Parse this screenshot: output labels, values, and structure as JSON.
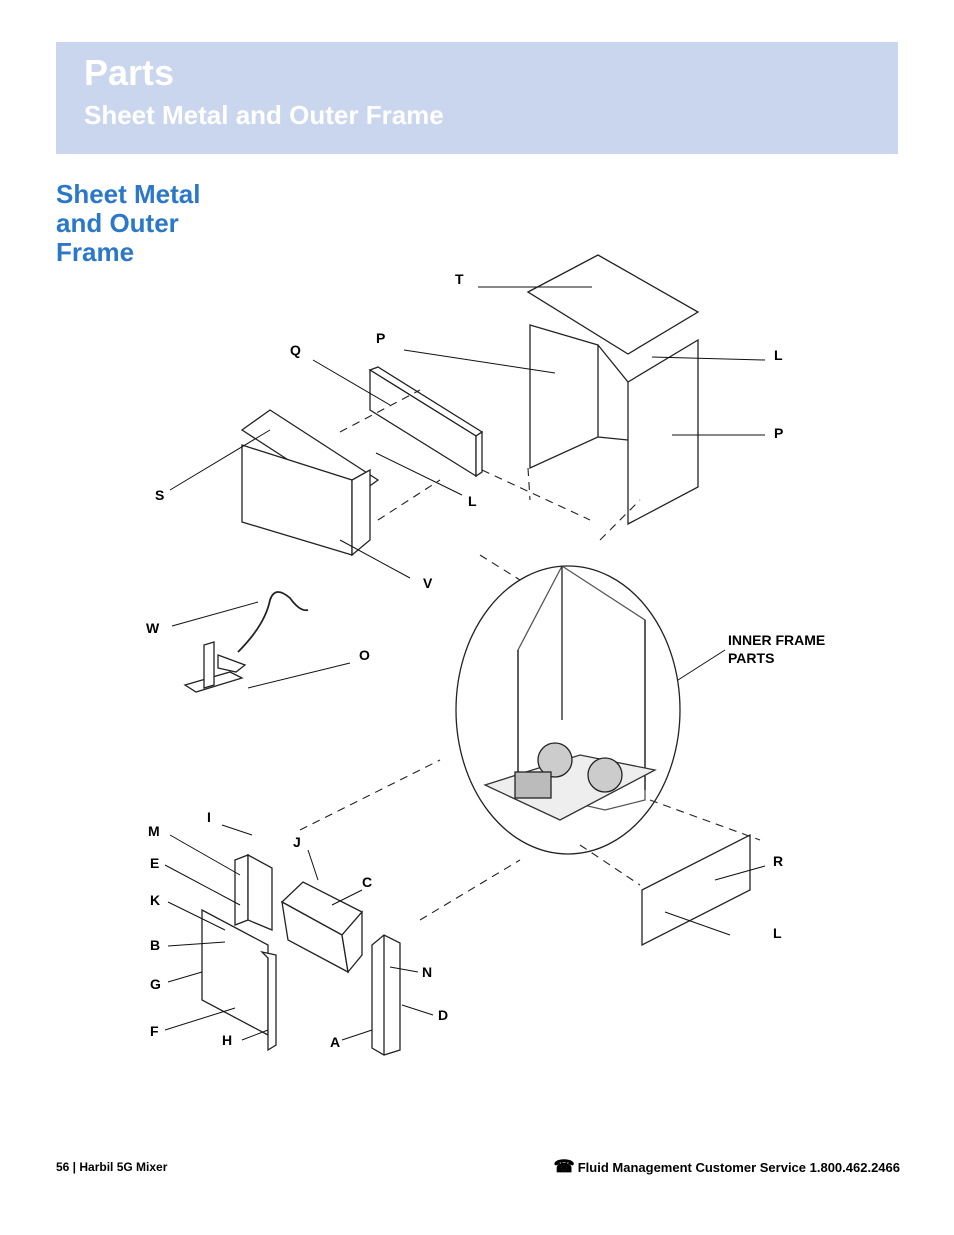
{
  "header": {
    "title": "Parts",
    "subtitle": "Sheet Metal and Outer Frame"
  },
  "section": {
    "title": "Sheet Metal and Outer Frame"
  },
  "diagram": {
    "callouts": [
      "T",
      "P",
      "Q",
      "L",
      "P",
      "S",
      "L",
      "V",
      "W",
      "O",
      "INNER FRAME",
      "PARTS",
      "I",
      "M",
      "J",
      "E",
      "C",
      "K",
      "B",
      "G",
      "F",
      "H",
      "N",
      "A",
      "D",
      "R",
      "L"
    ]
  },
  "footer": {
    "page_label": "56 | Harbil 5G Mixer",
    "phone_icon": "telephone-icon",
    "service_text": "Fluid Management Customer Service 1.800.462.2466"
  }
}
